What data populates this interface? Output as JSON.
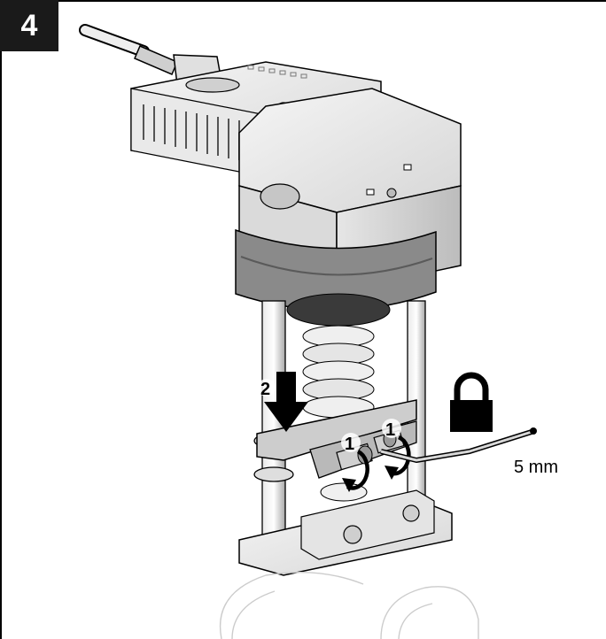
{
  "step_number": "4",
  "callouts": {
    "push_step": "2",
    "loosen_left": "1",
    "loosen_right": "1"
  },
  "tool_size": "5 mm",
  "icons": {
    "lock": "padlock-icon",
    "down_arrow": "arrow-down-icon",
    "rotate": "rotate-arrow-icon"
  },
  "colors": {
    "ink": "#000000",
    "body_light": "#f2f2f2",
    "body_mid": "#d9d9d9",
    "body_dark": "#bdbdbd",
    "badge": "#1a1a1a"
  }
}
